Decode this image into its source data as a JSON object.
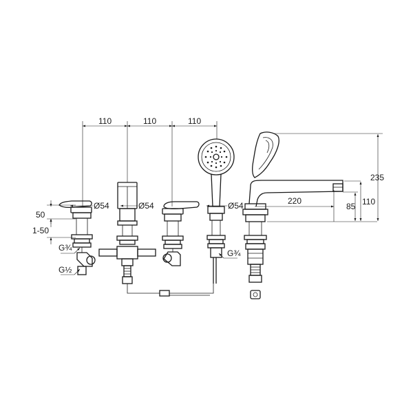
{
  "dimensions": {
    "spacing_1": "110",
    "spacing_2": "110",
    "spacing_3": "110",
    "diameter_1": "Ø54",
    "diameter_2": "Ø54",
    "diameter_3": "Ø54",
    "height_50": "50",
    "deck_thickness": "1-50",
    "thread_g34_left": "G¾",
    "thread_g12_left": "G½",
    "thread_g34_shower": "G¾",
    "spout_reach": "220",
    "spout_85": "85",
    "spout_110": "110",
    "total_height": "235"
  }
}
